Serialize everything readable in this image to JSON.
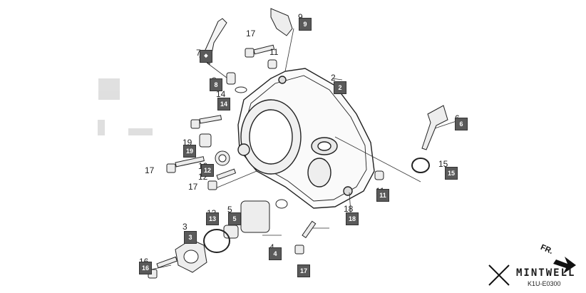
{
  "callouts": {
    "c2": "2",
    "c3": "3",
    "c4": "4",
    "c5": "5",
    "c6": "6",
    "c7": "7",
    "c8": "8",
    "c9": "9",
    "c10": "10",
    "c11a": "11",
    "c11b": "11",
    "c12": "12",
    "c13": "13",
    "c14": "14",
    "c15": "15",
    "c16": "16",
    "c17a": "17",
    "c17b": "17",
    "c17c": "17",
    "c18": "18",
    "c19": "19"
  },
  "badges": {
    "b2": "2",
    "b3": "3",
    "b4": "4",
    "b5": "5",
    "b6": "6",
    "b8": "8",
    "b9": "9",
    "b11": "11",
    "b12": "12",
    "b13": "13",
    "b14": "14",
    "b15": "15",
    "b16": "16",
    "b17": "17",
    "b18": "18",
    "b19": "19"
  },
  "badge_shape_icon": "diamond-icon",
  "direction_label": "FR.",
  "brand": {
    "name": "MINTWELL",
    "diagram_code": "K1U-E0300"
  },
  "colors": {
    "badge_fill": "#5a5a5a",
    "line": "#222222",
    "part_fill": "#e8e8e8"
  }
}
